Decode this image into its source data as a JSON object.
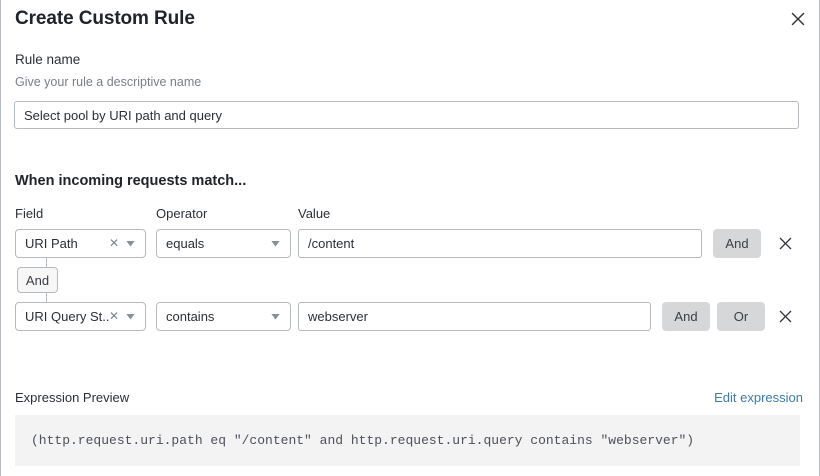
{
  "dialog": {
    "title": "Create Custom Rule",
    "close_icon": "close-icon"
  },
  "rule_name": {
    "label": "Rule name",
    "help": "Give your rule a descriptive name",
    "value": "Select pool by URI path and query",
    "placeholder": ""
  },
  "match_section": {
    "heading": "When incoming requests match...",
    "columns": {
      "field": "Field",
      "operator": "Operator",
      "value": "Value"
    },
    "rows": [
      {
        "field": "URI Path",
        "field_clear_icon": "clear-icon",
        "field_caret_icon": "chevron-down-icon",
        "operator": "equals",
        "operator_caret_icon": "chevron-down-icon",
        "value": "/content",
        "logic_buttons": [
          "And"
        ],
        "delete_icon": "close-icon"
      },
      {
        "field": "URI Query St...",
        "field_clear_icon": "clear-icon",
        "field_caret_icon": "chevron-down-icon",
        "operator": "contains",
        "operator_caret_icon": "chevron-down-icon",
        "value": "webserver",
        "logic_buttons": [
          "And",
          "Or"
        ],
        "delete_icon": "close-icon"
      }
    ],
    "connector": {
      "label": "And"
    }
  },
  "expression_preview": {
    "label": "Expression Preview",
    "edit_link": "Edit expression",
    "expression": "(http.request.uri.path eq \"/content\" and http.request.uri.query contains \"webserver\")"
  },
  "colors": {
    "accent_link": "#3d7ba8",
    "button_gray": "#d5d7d9",
    "border": "#b5babf",
    "code_bg": "#f3f3f4",
    "text": "#2b2f35"
  }
}
